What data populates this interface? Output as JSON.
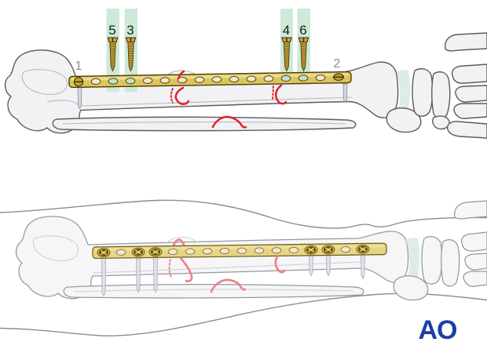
{
  "labels": {
    "plate_left": "1",
    "plate_right": "2",
    "screw_far_left": "5",
    "screw_left": "3",
    "screw_right": "4",
    "screw_far_right": "6"
  },
  "logo": {
    "text": "AO"
  },
  "colors": {
    "background": "#ffffff",
    "bone_outline": "#5c5c60",
    "bone_fill": "#f2f2f5",
    "bone_detail": "#b9b9bf",
    "soft_outline": "#97979d",
    "soft_bone_fill": "#f6f6f9",
    "skin_line": "#8d8d92",
    "plate_gold": "#ddc45c",
    "plate_gold_soft": "#e6d584",
    "plate_gold_light": "#f0e2a2",
    "plate_outline": "#4a3c08",
    "plate_hole": "#f1ead0",
    "hole_green": "#bfe3cf",
    "screw_gold": "#c7a53f",
    "band_green": "#cde9d8",
    "fracture_red": "#e2202b",
    "fracture_soft": "#ec8288",
    "joint_tint": "#ddece7",
    "label_gray": "#8e8e93",
    "label_dark": "#1d1d1f",
    "ao_blue": "#1e3da6"
  }
}
